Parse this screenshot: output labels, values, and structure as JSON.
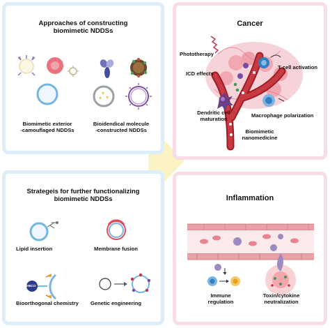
{
  "approaches": {
    "title_line1": "Approaches of constructing",
    "title_line2": "biomimetic NDDSs",
    "left_label_line1": "Biomimetic exterior",
    "left_label_line2": "-camouflaged NDDSs",
    "right_label_line1": "Bioidendical molecule",
    "right_label_line2": "-constructed NDDSs"
  },
  "cancer": {
    "title": "Cancer",
    "phototherapy": "Phototherapy",
    "icd": "ICD effects",
    "tcell": "T cell activation",
    "dendritic_line1": "Dendritic cell",
    "dendritic_line2": "maturation",
    "macrophage": "Macrophage polarization",
    "nano_line1": "Biomimetic",
    "nano_line2": "nanomedicine"
  },
  "strategies": {
    "title_line1": "Strategeis for further functionalizing",
    "title_line2": "biomimetic NDDSs",
    "lipid": "Lipid insertion",
    "fusion": "Membrane fusion",
    "bioorthogonal": "Bioorthogonal chemistry",
    "genetic": "Genetic engineering",
    "dbco": "DBCO"
  },
  "inflammation": {
    "title": "Inflammation",
    "immune_line1": "Immune",
    "immune_line2": "regulation",
    "toxin_line1": "Toxin/cytokine",
    "toxin_line2": "neutralization"
  },
  "colors": {
    "blue_frame": "#dbeefa",
    "pink_frame": "#f8dde6",
    "arrow": "#fbf3c4",
    "vessel": "#b4222b",
    "tcell": "#2f7fc1",
    "macrophage_orange": "#e7a21f"
  }
}
